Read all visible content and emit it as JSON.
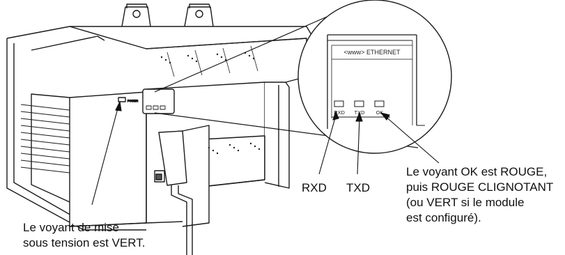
{
  "module": {
    "power_label": "POWER",
    "panel_title": "<www> ETHERNET"
  },
  "leds": [
    {
      "id": "rxd",
      "label": "RXD"
    },
    {
      "id": "txd",
      "label": "TXD"
    },
    {
      "id": "ok",
      "label": "OK"
    }
  ],
  "callouts": {
    "rxd": "RXD",
    "txd": "TXD",
    "ok": [
      "Le voyant OK est ROUGE,",
      "puis ROUGE CLIGNOTANT",
      "(ou VERT si le module",
      "est configuré)."
    ],
    "power": [
      "Le voyant de mise",
      "sous tension est VERT."
    ]
  }
}
